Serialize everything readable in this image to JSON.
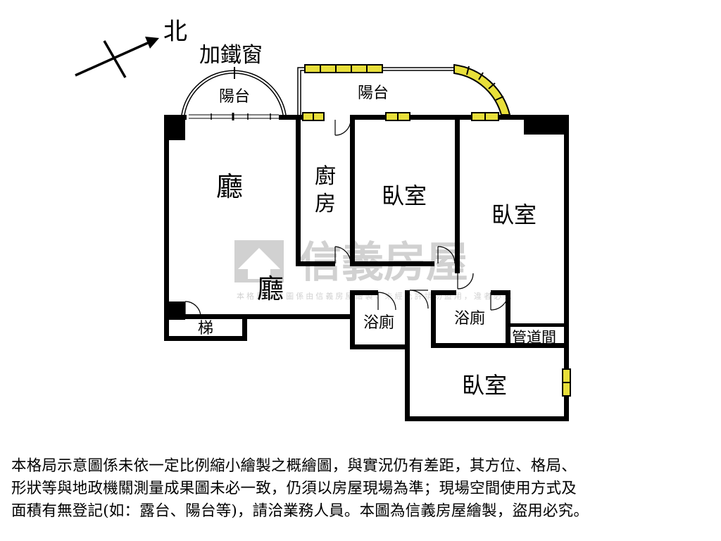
{
  "compass": {
    "north_label": "北"
  },
  "labels": {
    "iron_window": "加鐵窗",
    "balcony_left": "陽台",
    "balcony_right": "陽台",
    "living_room_upper": "廳",
    "living_room_lower": "廳",
    "kitchen_1": "廚",
    "kitchen_2": "房",
    "bedroom_1": "臥室",
    "bedroom_2": "臥室",
    "bedroom_3": "臥室",
    "bathroom_1": "浴廁",
    "bathroom_2": "浴廁",
    "pipe_room": "管道間",
    "stairs": "梯"
  },
  "watermark": {
    "brand": "信義房屋",
    "subtext": "本格局示意圖係由信義房屋繪製，未經允許請勿盜用，違者必究"
  },
  "disclaimer": {
    "line1": "本格局示意圖係未依一定比例縮小繪製之概繪圖，與實況仍有差距，其方位、格局、",
    "line2": "形狀等與地政機關測量成果圖未必一致，仍須以房屋現場為準；現場空間使用方式及",
    "line3": "面積有無登記(如：露台、陽台等)，請洽業務人員。本圖為信義房屋繪製，盜用必究。"
  },
  "colors": {
    "wall": "#000000",
    "window_fill": "#e8df3a",
    "watermark": "#b9b9b9"
  }
}
